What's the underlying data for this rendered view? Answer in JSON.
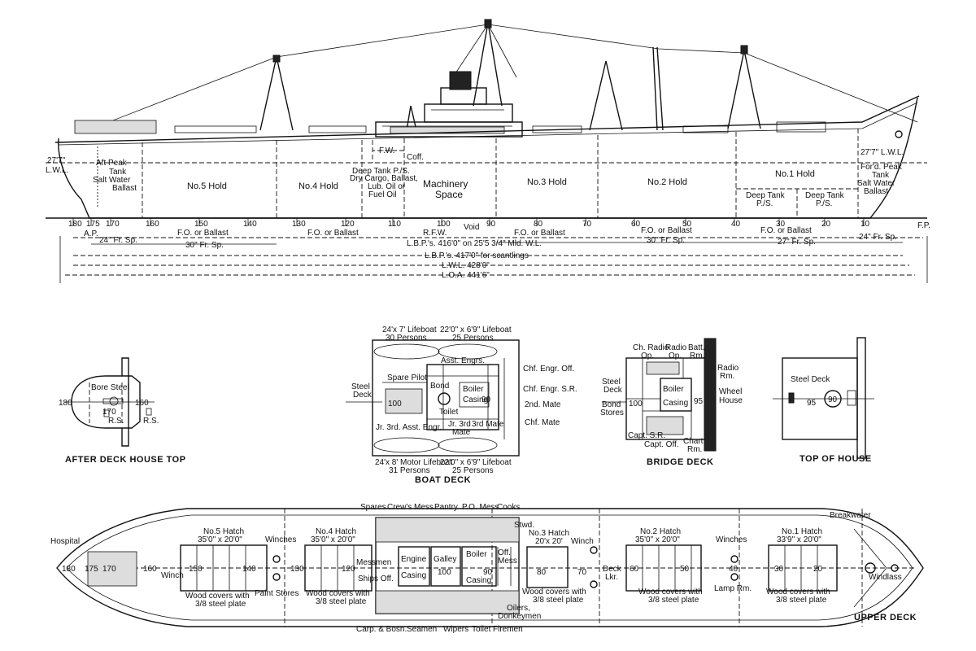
{
  "profile": {
    "aft_peak": "Aft Peak",
    "aft_tank": "Tank",
    "aft_saltwater": "Salt Water",
    "aft_ballast": "Ballast",
    "lwl_left_top": "27'7\"",
    "lwl_left_bot": "L.W.L.",
    "lwl_right": "27'7\" L.W.L.",
    "holds": {
      "no5": "No.5 Hold",
      "no4": "No.4 Hold",
      "no3": "No.3 Hold",
      "no2": "No.2 Hold",
      "no1": "No.1 Hold"
    },
    "fw": "F.W.",
    "coff": "Coff.",
    "deep_tank_line1": "Deep Tank P./S.",
    "deep_tank_line2": "Dry Cargo, Ballast,",
    "deep_tank_line3": "Lub. Oil or",
    "deep_tank_line4": "Fuel Oil",
    "machinery_1": "Machinery",
    "machinery_2": "Space",
    "deep_tank_a_1": "Deep Tank",
    "deep_tank_a_2": "P./S.",
    "deep_tank_b_1": "Deep Tank",
    "deep_tank_b_2": "P./S.",
    "fwd_peak": "For'd. Peak",
    "fwd_tank": "Tank",
    "fwd_saltwater": "Salt Water",
    "fwd_ballast": "Ballast",
    "frames": [
      "180",
      "175",
      "170",
      "160",
      "150",
      "140",
      "130",
      "120",
      "110",
      "100",
      "90",
      "80",
      "70",
      "60",
      "50",
      "40",
      "30",
      "20",
      "10"
    ],
    "ap": "A.P.",
    "fp": "F.P.",
    "bottom_fo_1": "F.O. or Ballast",
    "bottom_fo_2": "F.O. or Ballast",
    "bottom_rfw": "R.F.W.",
    "bottom_void": "Void",
    "bottom_fo_3": "F.O. or Ballast",
    "bottom_fo_4": "F.O. or Ballast",
    "bottom_fo_5": "F.O. or Ballast",
    "sp24a": "24\" Fr. Sp.",
    "sp30a": "30\" Fr. Sp.",
    "sp30b": "30\" Fr. Sp.",
    "sp27": "27\" Fr. Sp.",
    "sp24b": "24\" Fr. Sp.",
    "lbp_mld": "L.B.P.'s. 416'0\" on 25'5 3/4\" Mld. W.L.",
    "lbp_scant": "L.B.P.'s. 417'0\" for scantlings",
    "lwl_len": "L.W.L. 428'0\"",
    "loa": "L.O.A. 441'6\""
  },
  "after_deck_house": {
    "caption": "AFTER DECK HOUSE TOP",
    "bore_steel": "Bore Steel",
    "f180": "180",
    "f170": "170",
    "f160": "160",
    "rs1": "R.S.",
    "rs2": "R.S."
  },
  "boat_deck": {
    "caption": "BOAT DECK",
    "lifeboat_tl_1": "24'x 7' Lifeboat",
    "lifeboat_tl_2": "30 Persons",
    "lifeboat_tr_1": "22'0\" x 6'9\" Lifeboat",
    "lifeboat_tr_2": "25 Persons",
    "asst_engrs": "Asst. Engrs.",
    "spare_pilot": "Spare Pilot",
    "bond": "Bond",
    "steel_deck_1": "Steel",
    "steel_deck_2": "Deck",
    "f100": "100",
    "boiler_1": "Boiler",
    "boiler_2": "Casing",
    "f90": "90",
    "toilet": "Toilet",
    "chf_engr_off": "Chf. Engr. Off.",
    "chf_engr_sr": "Chf. Engr. S.R.",
    "second_mate": "2nd. Mate",
    "chf_mate": "Chf. Mate",
    "jr_3rd_asst": "Jr. 3rd. Asst. Engr.",
    "jr_3rd_mate": "Jr. 3rd",
    "third_mate": "3rd Mate",
    "mate": "Mate",
    "lifeboat_bl_1": "24'x 8' Motor Lifeboat",
    "lifeboat_bl_2": "31 Persons",
    "lifeboat_br_1": "22'0\" x 6'9\" Lifeboat",
    "lifeboat_br_2": "25 Persons"
  },
  "bridge_deck": {
    "caption": "BRIDGE DECK",
    "ch_radio_1": "Ch. Radio",
    "ch_radio_2": "Op.",
    "radio_op_1": "Radio",
    "radio_op_2": "Op.",
    "batt_1": "Batt.",
    "batt_2": "Rm.",
    "radio_rm_1": "Radio",
    "radio_rm_2": "Rm.",
    "steel_deck_1": "Steel",
    "steel_deck_2": "Deck",
    "f100": "100",
    "boiler_1": "Boiler",
    "boiler_2": "Casing",
    "f95": "95",
    "wheel_1": "Wheel",
    "wheel_2": "House",
    "bond_1": "Bond",
    "bond_2": "Stores",
    "capt_sr": "Capt. S.R.",
    "capt_off": "Capt. Off.",
    "chart_1": "Chart",
    "chart_2": "Rm."
  },
  "top_of_house": {
    "caption": "TOP OF HOUSE",
    "steel_deck": "Steel Deck",
    "f95": "95",
    "f90": "90"
  },
  "upper_deck": {
    "caption": "UPPER DECK",
    "hospital": "Hospital",
    "f180": "180",
    "f175": "175",
    "f170": "170",
    "f160": "160",
    "winch_aft": "Winch",
    "no5_1": "No.5 Hatch",
    "no5_2": "35'0\" x 20'0\"",
    "f150": "150",
    "f140": "140",
    "winches_a": "Winches",
    "wood_a_1": "Wood covers with",
    "wood_a_2": "3/8 steel plate",
    "paint_stores": "Paint Stores",
    "no4_1": "No.4 Hatch",
    "no4_2": "35'0\" x 20'0\"",
    "f130": "130",
    "f120": "120",
    "wood_b_1": "Wood covers with",
    "wood_b_2": "3/8 steel plate",
    "spares": "Spares",
    "crews_mess": "Crew's Mess",
    "pantry": "Pantry",
    "po_mess": "P.O. Mess",
    "cooks": "Cooks",
    "messmen": "Messmen",
    "ships_off": "Ships Off.",
    "engine_1": "Engine",
    "engine_2": "Casing",
    "galley": "Galley",
    "f100": "100",
    "boiler_1": "Boiler",
    "boiler_2": "Casing",
    "f90": "90",
    "off_1": "Off.",
    "off_2": "Mess",
    "stwd": "Stwd.",
    "no3_1": "No.3 Hatch",
    "no3_2": "20'x 20'",
    "winch_mid": "Winch",
    "f80": "80",
    "f70": "70",
    "deck_lkr_1": "Deck",
    "deck_lkr_2": "Lkr.",
    "wood_c_1": "Wood covers with",
    "wood_c_2": "3/8 steel plate",
    "oilers_1": "Oilers,",
    "oilers_2": "Donkeymen",
    "carp": "Carp. & Bosn.",
    "seamen": "Seamen",
    "wipers": "Wipers",
    "toilet": "Toilet",
    "firemen": "Firemen",
    "no2_1": "No.2 Hatch",
    "no2_2": "35'0\" x 20'0\"",
    "f60": "60",
    "f50": "50",
    "winches_b": "Winches",
    "f40": "40",
    "lamp_rm": "Lamp Rm.",
    "wood_d_1": "Wood covers with",
    "wood_d_2": "3/8 steel plate",
    "no1_1": "No.1 Hatch",
    "no1_2": "33'9\" x 20'0\"",
    "f30": "30",
    "f20": "20",
    "wood_e_1": "Wood covers with",
    "wood_e_2": "3/8 steel plate",
    "breakwater": "Breakwater",
    "windlass": "Windlass"
  }
}
